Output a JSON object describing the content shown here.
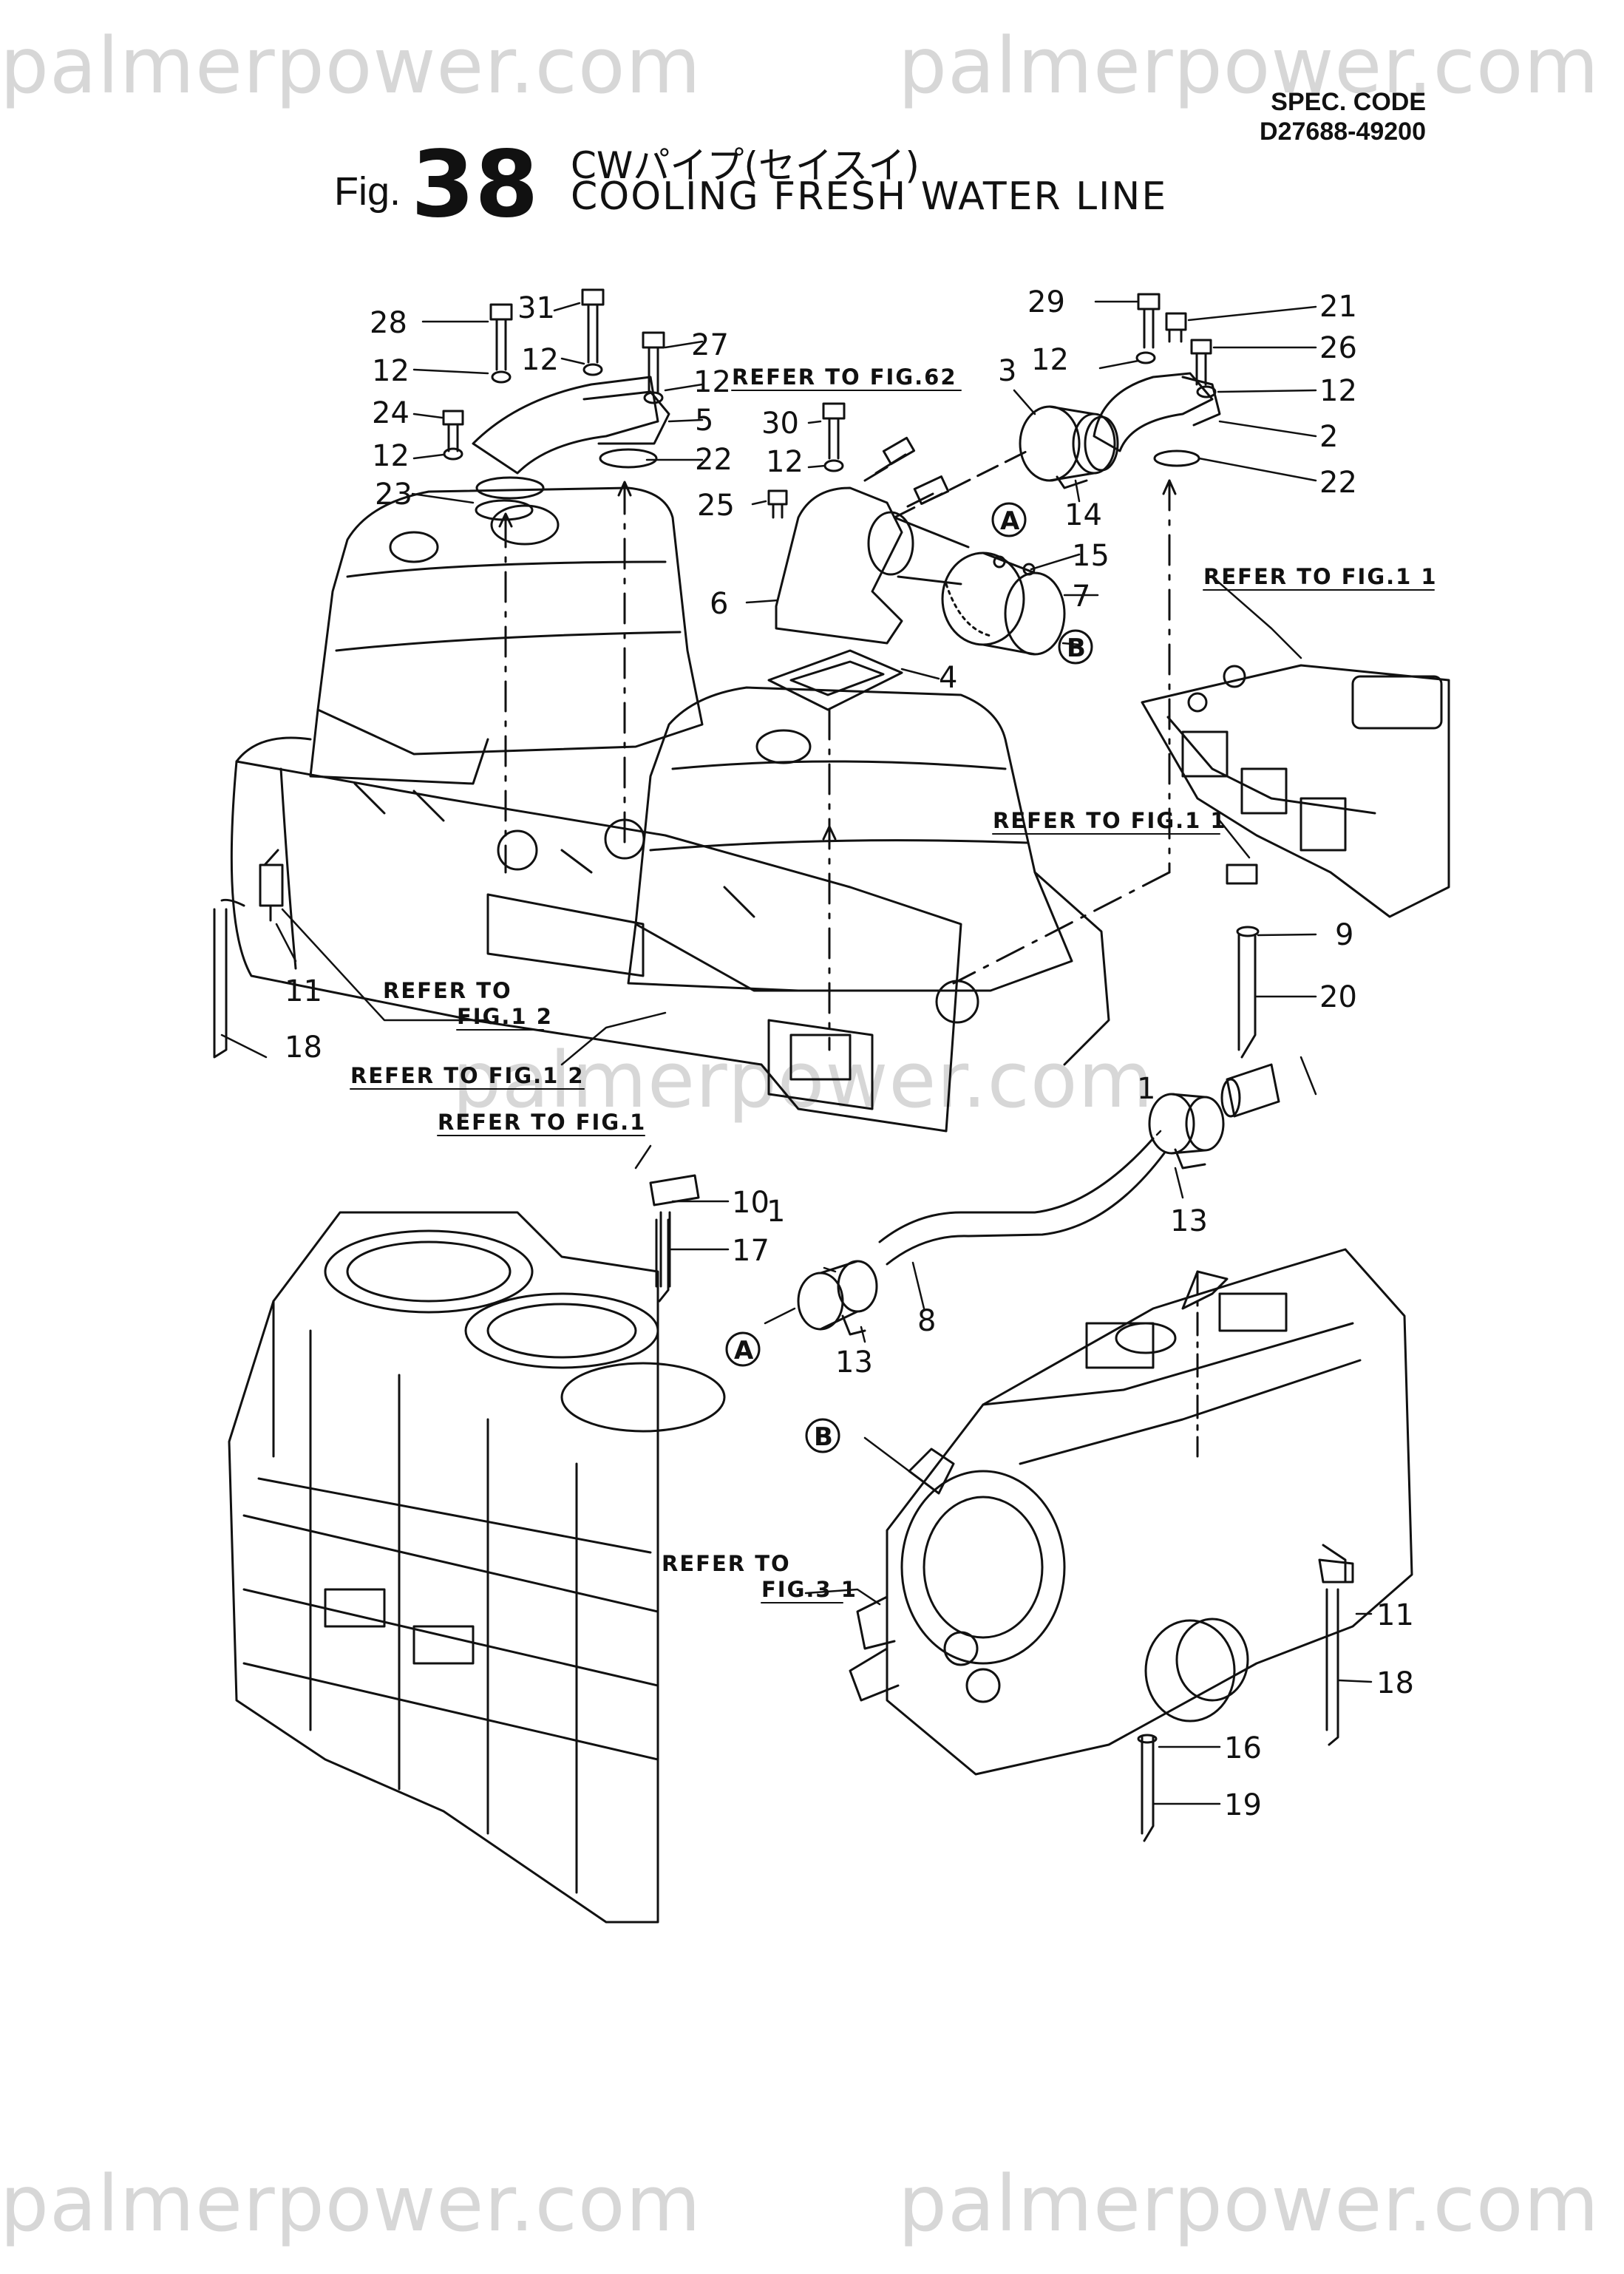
{
  "watermark": "palmerpower.com",
  "spec": {
    "label": "SPEC. CODE",
    "code": "D27688-49200"
  },
  "title": {
    "fig_prefix": "Fig.",
    "fig_number": "38",
    "japanese": "CWパイプ(セイスイ)",
    "english": "COOLING FRESH WATER LINE"
  },
  "references": {
    "fig62": "REFER TO FIG.62",
    "fig11_a": "REFER TO FIG.1 1",
    "fig11_b": "REFER TO FIG.1 1",
    "fig12_a_line1": "REFER TO",
    "fig12_a_line2": "FIG.1 2",
    "fig12_b": "REFER TO FIG.1 2",
    "fig1": "REFER TO FIG.1",
    "fig31_line1": "REFER TO",
    "fig31_line2": "FIG.3 1"
  },
  "circle_labels": [
    "A",
    "B",
    "A",
    "B"
  ],
  "part_numbers": {
    "p28": "28",
    "p31": "31",
    "p12a": "12",
    "p27": "27",
    "p12b": "12",
    "p12c": "12",
    "p24": "24",
    "p12d": "12",
    "p5": "5",
    "p22a": "22",
    "p23": "23",
    "p30": "30",
    "p12e": "12",
    "p25": "25",
    "p6": "6",
    "p4": "4",
    "p29": "29",
    "p21": "21",
    "p12f": "12",
    "p26": "26",
    "p3": "3",
    "p12g": "12",
    "p2": "2",
    "p22b": "22",
    "p14": "14",
    "p15": "15",
    "p7": "7",
    "p9": "9",
    "p20": "20",
    "p11a": "11",
    "p18a": "18",
    "p1a": "1",
    "p13a": "13",
    "p10": "10",
    "p17": "17",
    "p1b": "1",
    "p8": "8",
    "p13b": "13",
    "p11b": "11",
    "p18b": "18",
    "p16": "16",
    "p19": "19"
  }
}
